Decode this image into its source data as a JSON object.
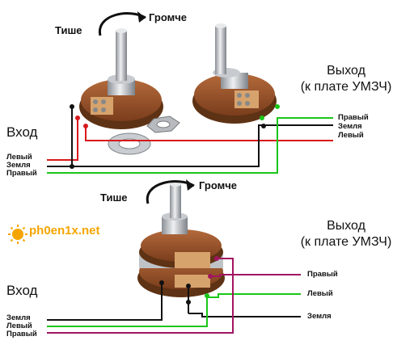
{
  "top": {
    "quieter": "Тише",
    "louder": "Громче",
    "input_title": "Вход",
    "output_title": "Выход",
    "output_sub": "(к плате УМЗЧ)",
    "in_left": "Левый",
    "in_ground": "Земля",
    "in_right": "Правый",
    "out_right": "Правый",
    "out_ground": "Земля",
    "out_left": "Левый"
  },
  "bottom": {
    "quieter": "Тише",
    "louder": "Громче",
    "input_title": "Вход",
    "output_title": "Выход",
    "output_sub": "(к плате УМЗЧ)",
    "in_ground": "Земля",
    "in_left": "Левый",
    "in_right": "Правый",
    "out_right": "Правый",
    "out_left": "Левый",
    "out_ground": "Земля"
  },
  "watermark": "ph0en1x.net",
  "colors": {
    "red_wire": "#d8191c",
    "green_wire": "#19c619",
    "black_wire": "#111111",
    "magenta_wire": "#a21560",
    "logo": "#f5a500"
  }
}
